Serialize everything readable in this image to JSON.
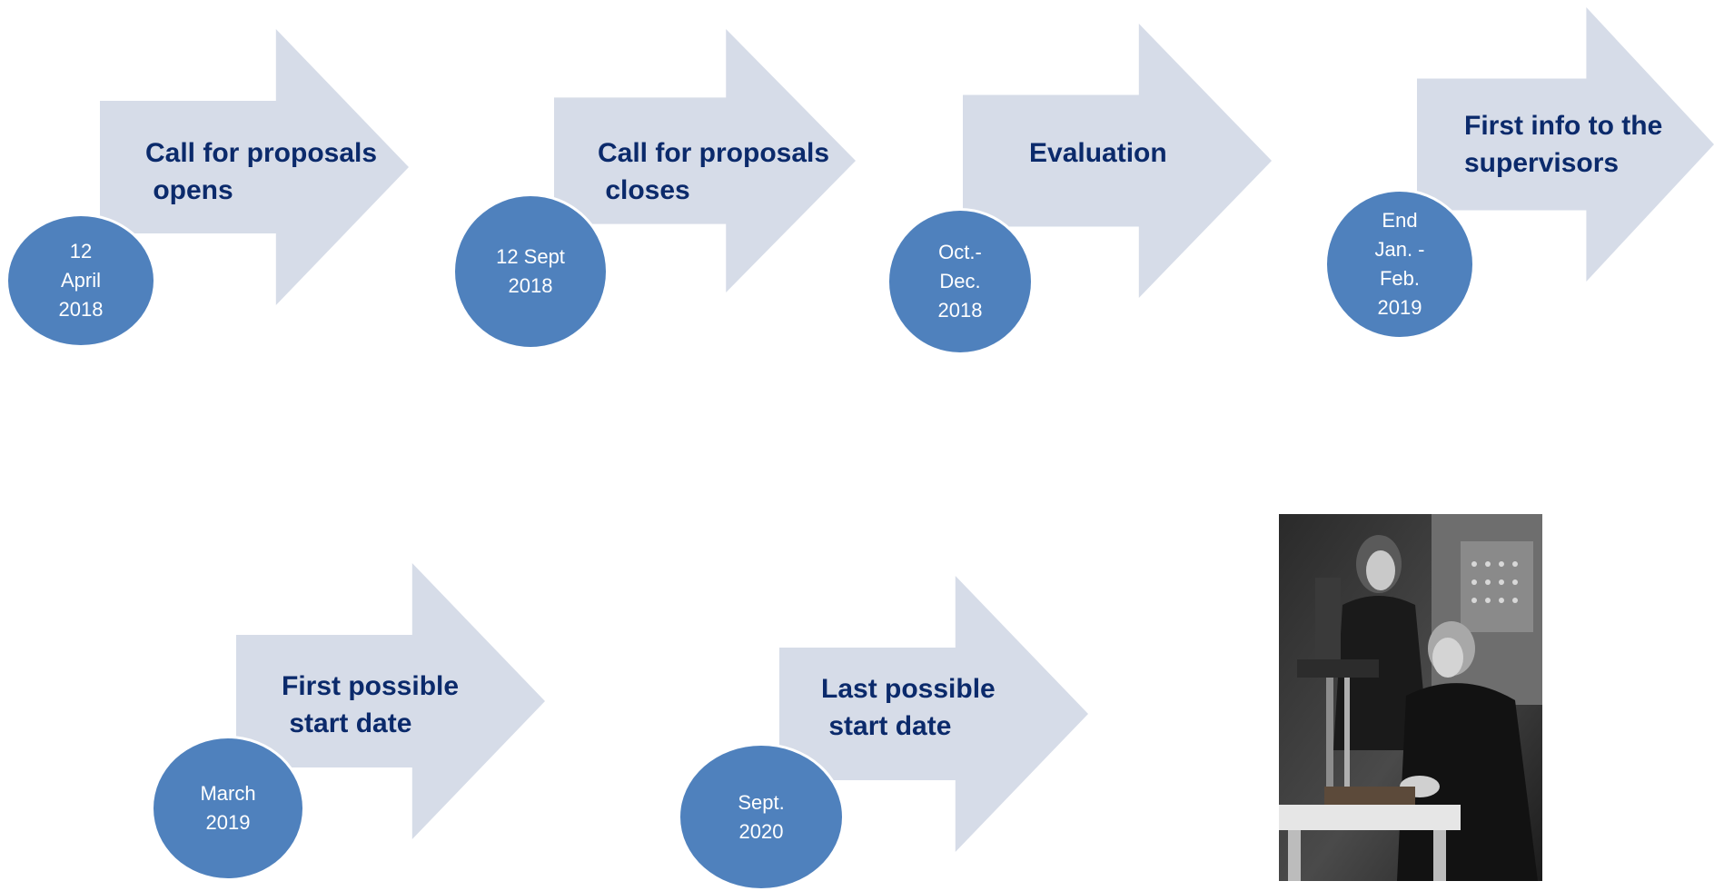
{
  "colors": {
    "arrow_fill": "#d6dce8",
    "circle_fill": "#4f81bd",
    "label_text": "#0b2a6b",
    "date_text": "#ffffff"
  },
  "steps": [
    {
      "label": "Call for proposals\n opens",
      "date": "12\nApril\n2018"
    },
    {
      "label": "Call for proposals\n closes",
      "date": "12 Sept\n2018"
    },
    {
      "label": "Evaluation",
      "date": "Oct.-\nDec.\n2018"
    },
    {
      "label": "First info to the\nsupervisors",
      "date": "End\nJan. -\nFeb.\n2019"
    },
    {
      "label": "First possible\n start date",
      "date": "March\n2019"
    },
    {
      "label": "Last possible\n start date",
      "date": "Sept.\n2020"
    }
  ],
  "photo": {
    "icon": "historical-lab-photo-icon"
  }
}
